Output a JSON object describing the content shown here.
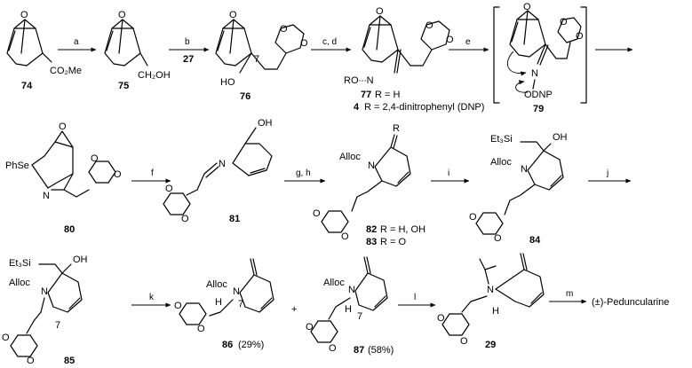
{
  "atoms": {
    "O": "O",
    "N": "N",
    "H": "H",
    "R": "R",
    "Se": "PhSe",
    "Si": "Et₃Si",
    "Alloc": "Alloc",
    "OH": "OH",
    "CH2OH": "CH₂OH",
    "CO2Me": "CO₂Me",
    "HO": "HO",
    "ROxN": "RO∙∙∙N",
    "ODNP": "ODNP",
    "seven": "7"
  },
  "compounds": {
    "c74": "74",
    "c75": "75",
    "c76": "76",
    "c77": "77",
    "c77_def": "R = H",
    "c4": "4",
    "c4_def": "R = 2,4-dinitrophenyl (DNP)",
    "c79": "79",
    "c80": "80",
    "c81": "81",
    "c82": "82",
    "c82_def": "R = H, OH",
    "c83": "83",
    "c83_def": "R = O",
    "c84": "84",
    "c85": "85",
    "c86": "86",
    "c86_yield": "(29%)",
    "c87": "87",
    "c87_yield": "(58%)",
    "c29": "29",
    "product": "(±)-Peduncularine",
    "plus": "+"
  },
  "conditions": {
    "a": "a",
    "b": "b",
    "b_reagent": "27",
    "cd": "c, d",
    "e": "e",
    "f": "f",
    "gh": "g, h",
    "i": "i",
    "j": "j",
    "k": "k",
    "l": "l",
    "m": "m"
  }
}
